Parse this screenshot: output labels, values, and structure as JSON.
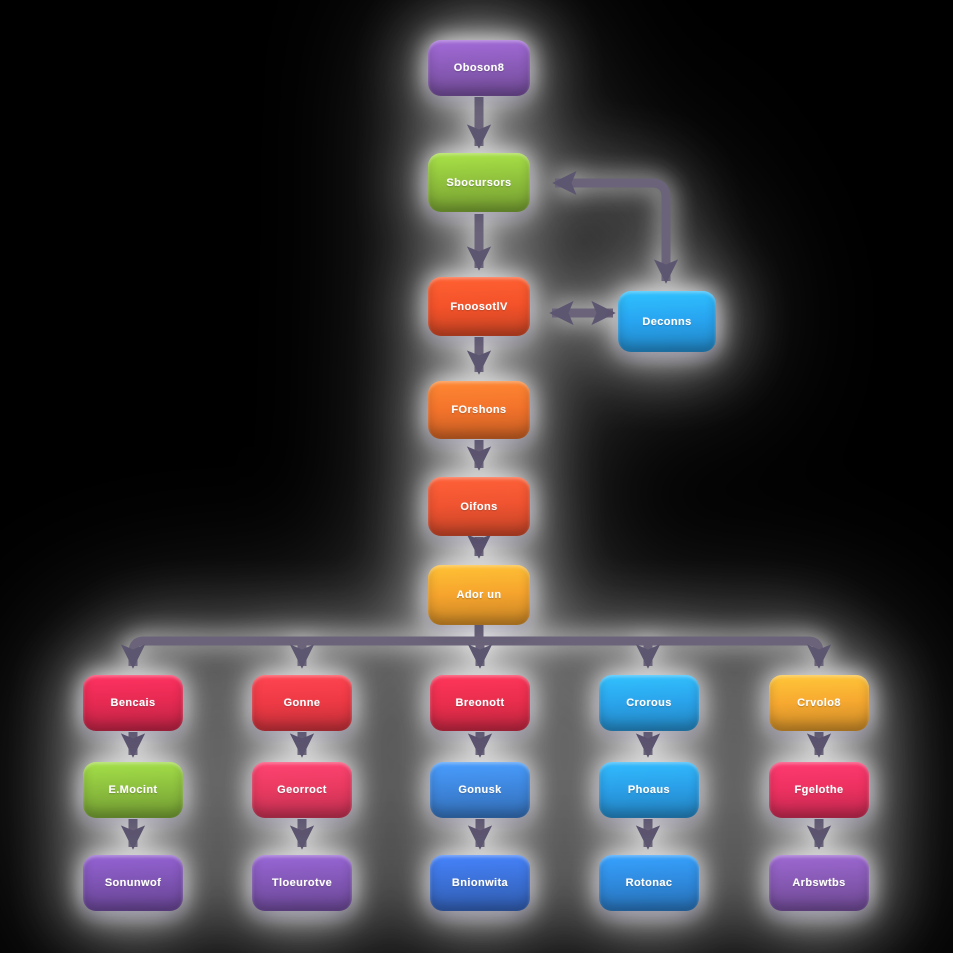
{
  "diagram": {
    "background_color": "#000000",
    "glow_color": "#ffffff",
    "connector_color": "#6a6379",
    "connector_head_color": "#5d5670",
    "text_color": "#ffffff",
    "nodes": [
      {
        "id": "n1",
        "label": "Oboson8",
        "color": "#8a5bb8"
      },
      {
        "id": "n2",
        "label": "Sbocursors",
        "color": "#8fc03c"
      },
      {
        "id": "n3",
        "label": "FnoosotlV",
        "color": "#f4522a"
      },
      {
        "id": "n4",
        "label": "Deconns",
        "color": "#28a4f0"
      },
      {
        "id": "n5",
        "label": "FOrshons",
        "color": "#f3732b"
      },
      {
        "id": "n6",
        "label": "Oifons",
        "color": "#ef5330"
      },
      {
        "id": "n7",
        "label": "Ador un",
        "color": "#f6a42d"
      },
      {
        "id": "c1a",
        "label": "Bencais",
        "color": "#e62a52"
      },
      {
        "id": "c1b",
        "label": "E.Mocint",
        "color": "#8cbf3e"
      },
      {
        "id": "c1c",
        "label": "Sonunwof",
        "color": "#7e54b4"
      },
      {
        "id": "c2a",
        "label": "Gonne",
        "color": "#ee3a45"
      },
      {
        "id": "c2b",
        "label": "Georroct",
        "color": "#e93a61"
      },
      {
        "id": "c2c",
        "label": "Tloeurotve",
        "color": "#8257b6"
      },
      {
        "id": "c3a",
        "label": "Breonott",
        "color": "#ea2e4d"
      },
      {
        "id": "c3b",
        "label": "Gonusk",
        "color": "#3e86dd"
      },
      {
        "id": "c3c",
        "label": "Bnionwita",
        "color": "#3b70d6"
      },
      {
        "id": "c4a",
        "label": "Crorous",
        "color": "#2aa4ec"
      },
      {
        "id": "c4b",
        "label": "Phoaus",
        "color": "#2a9fe8"
      },
      {
        "id": "c4c",
        "label": "Rotonac",
        "color": "#2f8ade"
      },
      {
        "id": "c5a",
        "label": "Crvolo8",
        "color": "#f7a930"
      },
      {
        "id": "c5b",
        "label": "Fgelothe",
        "color": "#ec3160"
      },
      {
        "id": "c5c",
        "label": "Arbswtbs",
        "color": "#8659b3"
      }
    ],
    "edges": [
      {
        "from": "n1",
        "to": "n2",
        "type": "arrow"
      },
      {
        "from": "n2",
        "to": "n4",
        "type": "double-elbow"
      },
      {
        "from": "n2",
        "to": "n3",
        "type": "arrow"
      },
      {
        "from": "n3",
        "to": "n4",
        "type": "double"
      },
      {
        "from": "n3",
        "to": "n5",
        "type": "arrow"
      },
      {
        "from": "n5",
        "to": "n6",
        "type": "arrow"
      },
      {
        "from": "n6",
        "to": "n7",
        "type": "arrow"
      },
      {
        "from": "n7",
        "to": "c1a",
        "type": "arrow"
      },
      {
        "from": "n7",
        "to": "c2a",
        "type": "arrow"
      },
      {
        "from": "n7",
        "to": "c3a",
        "type": "arrow"
      },
      {
        "from": "n7",
        "to": "c4a",
        "type": "arrow"
      },
      {
        "from": "n7",
        "to": "c5a",
        "type": "arrow"
      },
      {
        "from": "c1a",
        "to": "c1b",
        "type": "arrow"
      },
      {
        "from": "c1b",
        "to": "c1c",
        "type": "arrow"
      },
      {
        "from": "c2a",
        "to": "c2b",
        "type": "arrow"
      },
      {
        "from": "c2b",
        "to": "c2c",
        "type": "arrow"
      },
      {
        "from": "c3a",
        "to": "c3b",
        "type": "arrow"
      },
      {
        "from": "c3b",
        "to": "c3c",
        "type": "arrow"
      },
      {
        "from": "c4a",
        "to": "c4b",
        "type": "arrow"
      },
      {
        "from": "c4b",
        "to": "c4c",
        "type": "arrow"
      },
      {
        "from": "c5a",
        "to": "c5b",
        "type": "arrow"
      },
      {
        "from": "c5b",
        "to": "c5c",
        "type": "arrow"
      }
    ]
  }
}
